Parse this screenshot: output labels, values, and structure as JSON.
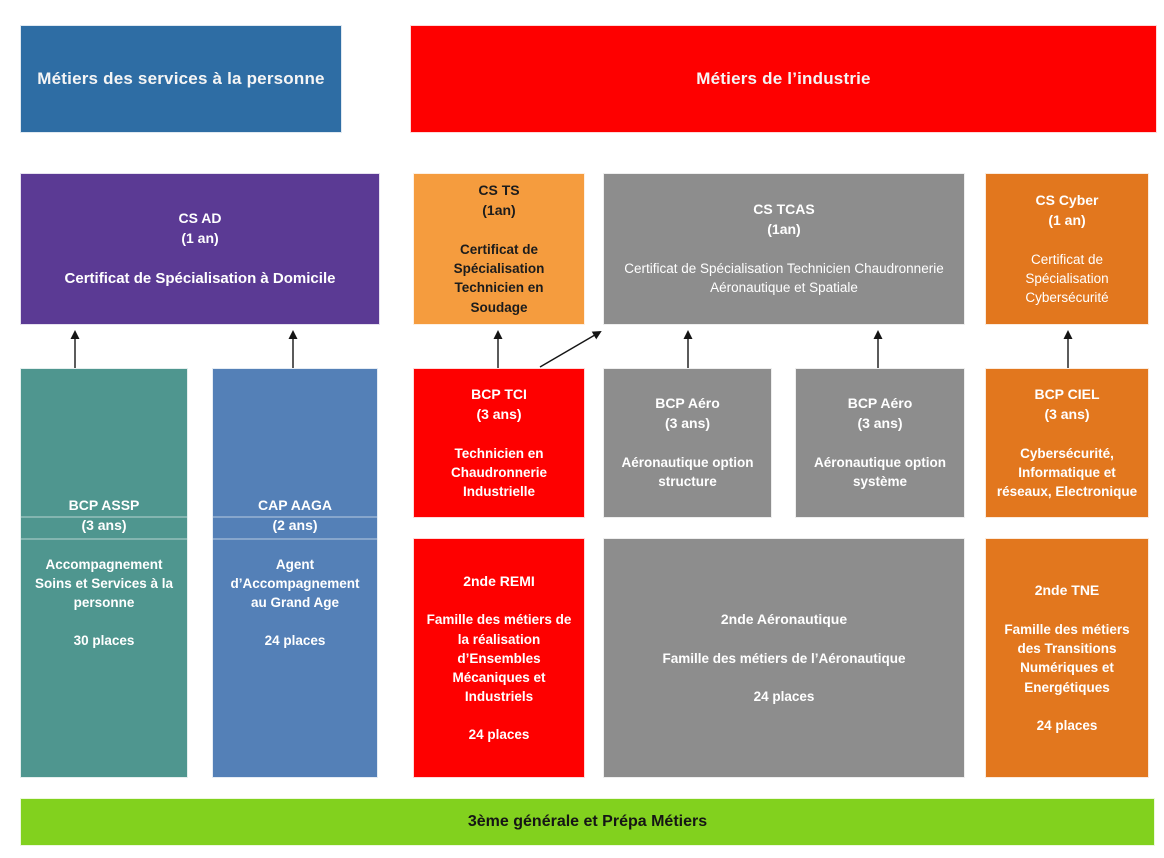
{
  "diagram": {
    "headers": {
      "services": {
        "label": "Métiers des services à la personne"
      },
      "industrie": {
        "label": "Métiers de l’industrie"
      }
    },
    "boxes": {
      "cs_ad": {
        "title": "CS AD",
        "duration": "(1 an)",
        "body": "Certificat de Spécialisation à Domicile"
      },
      "cs_ts": {
        "title": "CS TS",
        "duration": "(1an)",
        "body": "Certificat de Spécialisation Technicien en Soudage"
      },
      "cs_tcas": {
        "title": "CS TCAS",
        "duration": "(1an)",
        "body": "Certificat de Spécialisation Technicien Chaudronnerie Aéronautique et Spatiale"
      },
      "cs_cyber": {
        "title": "CS Cyber",
        "duration": "(1 an)",
        "body": "Certificat de Spécialisation Cybersécurité"
      },
      "bcp_assp": {
        "title": "BCP ASSP",
        "duration": "(3 ans)",
        "body": "Accompagnement Soins et Services à la personne",
        "places": "30 places"
      },
      "cap_aaga": {
        "title": "CAP AAGA",
        "duration": "(2 ans)",
        "body": "Agent d’Accompagnement au Grand Age",
        "places": "24 places"
      },
      "bcp_tci": {
        "title": "BCP TCI",
        "duration": "(3 ans)",
        "body": "Technicien en Chaudronnerie Industrielle"
      },
      "bcp_aero_structure": {
        "title": "BCP Aéro",
        "duration": "(3 ans)",
        "body": "Aéronautique option structure"
      },
      "bcp_aero_systeme": {
        "title": "BCP Aéro",
        "duration": "(3 ans)",
        "body": "Aéronautique option système"
      },
      "bcp_ciel": {
        "title": "BCP CIEL",
        "duration": "(3 ans)",
        "body": "Cybersécurité, Informatique et réseaux, Electronique"
      },
      "snde_remi": {
        "title": "2nde REMI",
        "body": "Famille des métiers de la réalisation d’Ensembles Mécaniques et Industriels",
        "places": "24 places"
      },
      "snde_aero": {
        "title": "2nde Aéronautique",
        "body": "Famille des métiers de l’Aéronautique",
        "places": "24 places"
      },
      "snde_tne": {
        "title": "2nde TNE",
        "body": "Famille des métiers des Transitions Numériques et Energétiques",
        "places": "24 places"
      }
    },
    "footer": {
      "label": "3ème générale et Prépa Métiers"
    },
    "connections": [
      {
        "from": "BCP ASSP",
        "to": "CS AD"
      },
      {
        "from": "CAP AAGA",
        "to": "CS AD"
      },
      {
        "from": "BCP TCI",
        "to": "CS TS"
      },
      {
        "from": "BCP TCI",
        "to": "CS TCAS"
      },
      {
        "from": "BCP Aéro structure",
        "to": "CS TCAS"
      },
      {
        "from": "BCP Aéro système",
        "to": "CS TCAS"
      },
      {
        "from": "BCP CIEL",
        "to": "CS Cyber"
      }
    ],
    "colors": {
      "header_blue": "#2E6DA4",
      "red": "#FE0000",
      "purple": "#5B3A94",
      "orange_light": "#F59C3E",
      "orange_dark": "#E2771E",
      "gray": "#8D8D8D",
      "teal": "#4F968F",
      "blue": "#5480B7",
      "green": "#82D11E",
      "arrow": "#151515"
    }
  }
}
